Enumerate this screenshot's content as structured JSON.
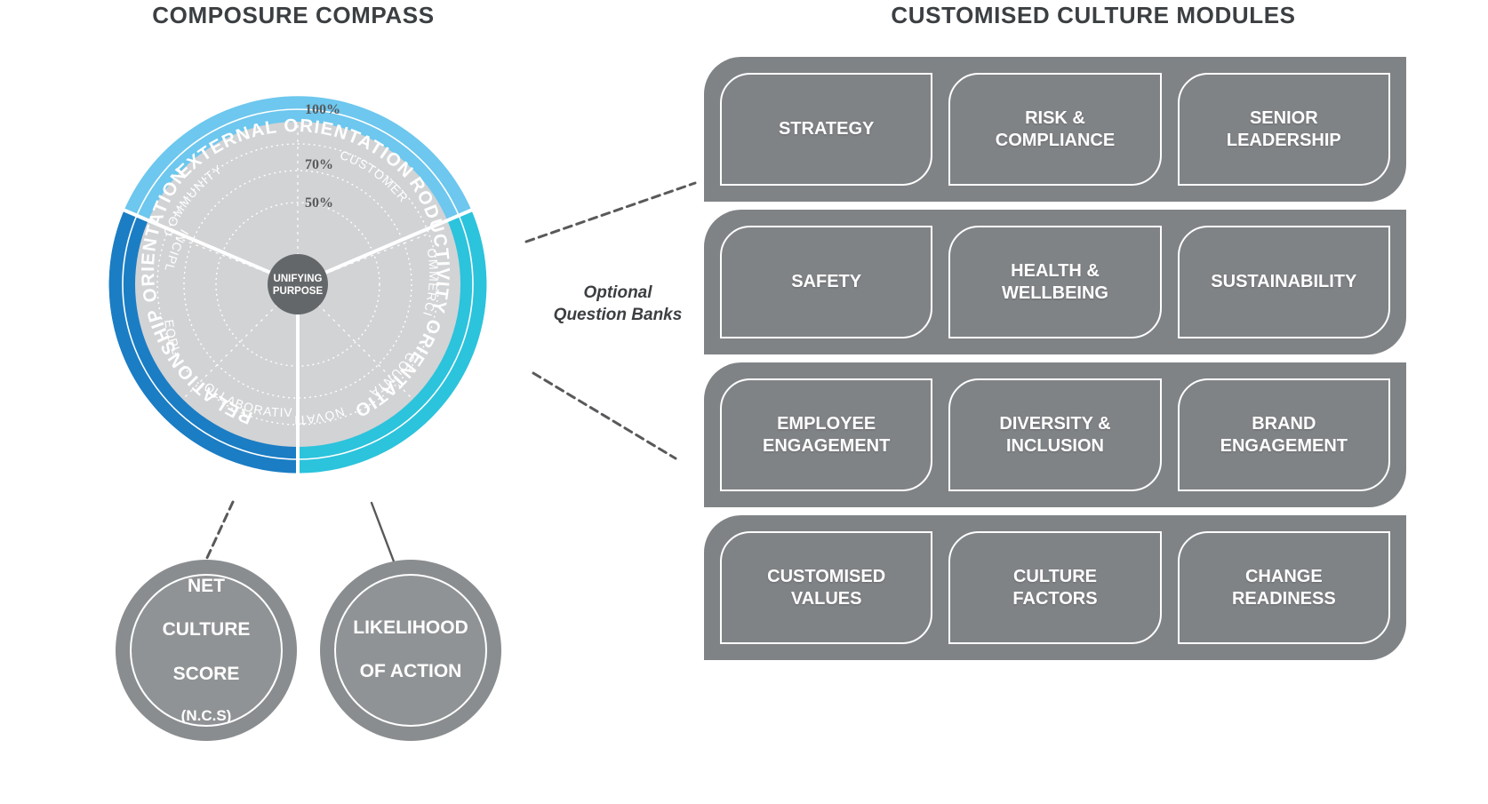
{
  "titles": {
    "left": "COMPOSURE COMPASS",
    "right": "CUSTOMISED CULTURE MODULES"
  },
  "colors": {
    "external_orientation": "#6DC7EE",
    "relationship_orientation": "#1B7DC4",
    "productivity_orientation": "#2CC3DC",
    "inner_disc": "#D2D3D5",
    "hub": "#646769",
    "module_panel": "#808386",
    "module_border": "#FFFFFF",
    "title_text": "#3B3F42",
    "connector": "#58595B"
  },
  "compass": {
    "hub_label": "UNIFYING\nPURPOSE",
    "hub_line1": "UNIFYING",
    "hub_line2": "PURPOSE",
    "ring_ticks": [
      "100%",
      "70%",
      "50%"
    ],
    "segments": [
      {
        "orientation": "EXTERNAL ORIENTATION",
        "color_key": "external_orientation",
        "sub_labels": [
          "COMMUNITY",
          "CUSTOMER"
        ]
      },
      {
        "orientation": "PRODUCTIVITY ORIENTATION",
        "color_key": "productivity_orientation",
        "sub_labels": [
          "COMMERCIAL",
          "ACCOUNTABLE",
          "INNOVATIVE"
        ]
      },
      {
        "orientation": "RELATIONSHIP ORIENTATION",
        "color_key": "relationship_orientation",
        "sub_labels": [
          "PRINCIPLED",
          "PEOPLE",
          "COLLABORATIVE"
        ]
      }
    ]
  },
  "optional_question_banks": {
    "line1": "Optional",
    "line2": "Question Banks"
  },
  "score_bubbles": [
    {
      "id": "net-culture-score",
      "line1": "NET",
      "line2": "CULTURE",
      "line3": "SCORE",
      "sub": "(N.C.S)"
    },
    {
      "id": "likelihood-of-action",
      "line1": "LIKELIHOOD",
      "line2": "OF ACTION",
      "line3": "",
      "sub": ""
    }
  ],
  "modules": {
    "rows": [
      {
        "cells": [
          "STRATEGY",
          "RISK &\nCOMPLIANCE",
          "SENIOR\nLEADERSHIP"
        ]
      },
      {
        "cells": [
          "SAFETY",
          "HEALTH &\nWELLBEING",
          "SUSTAINABILITY"
        ]
      },
      {
        "cells": [
          "EMPLOYEE\nENGAGEMENT",
          "DIVERSITY &\nINCLUSION",
          "BRAND\nENGAGEMENT"
        ]
      },
      {
        "cells": [
          "CUSTOMISED\nVALUES",
          "CULTURE\nFACTORS",
          "CHANGE\nREADINESS"
        ]
      }
    ]
  }
}
